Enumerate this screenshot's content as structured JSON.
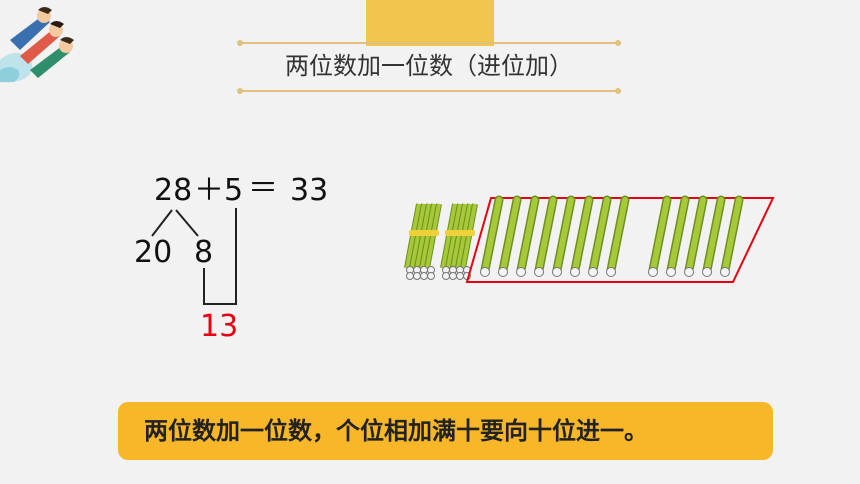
{
  "slide": {
    "title": "两位数加一位数（进位加）",
    "equation": {
      "left": "28",
      "plus": "＋",
      "addend": "5",
      "equals": "＝",
      "result": "33",
      "split_tens": "20",
      "split_ones": "8",
      "partial_sum": "13"
    },
    "summary": "两位数加一位数，个位相加满十要向十位进一。"
  },
  "sticks": {
    "bundles": 2,
    "loose_in_box": 13,
    "groups": [
      8,
      5
    ]
  },
  "colors": {
    "accent": "#f0c64e",
    "banner": "#f7b729",
    "highlight": "#e60012",
    "stick": "#a6c93a"
  },
  "icons": {
    "corner": "flying-kids-illustration",
    "counting-sticks": "counting-sticks-icon"
  }
}
